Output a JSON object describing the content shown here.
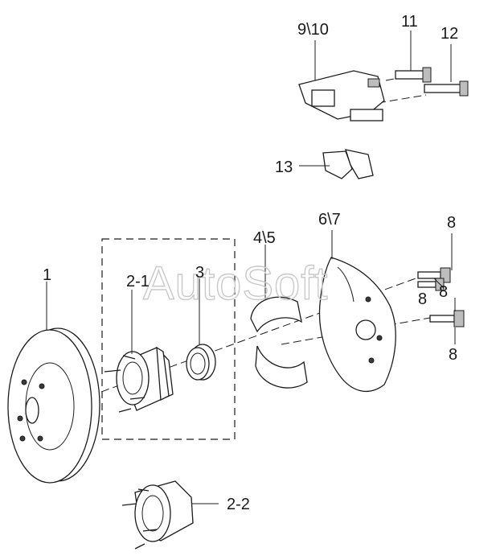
{
  "watermark": "AutoSoft",
  "labels": {
    "caliper": "9\\10",
    "guide_pin_11": "11",
    "guide_pin_12": "12",
    "brake_pads": "13",
    "shield": "6\\7",
    "bolt_8a": "8",
    "bolt_8b": "8",
    "bolt_8c": "8",
    "bolt_8d": "8",
    "ring": "4\\5",
    "hub_2_1": "2-1",
    "bearing": "3",
    "disc": "1",
    "hub_2_2": "2-2"
  }
}
